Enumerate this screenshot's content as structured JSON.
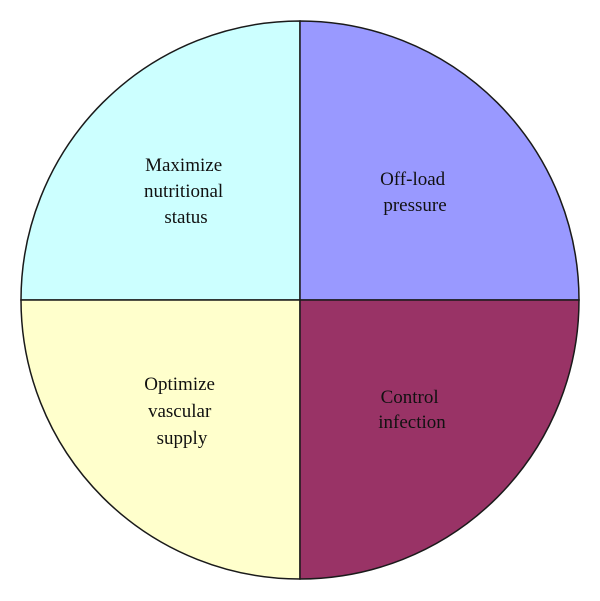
{
  "quadrants": [
    {
      "id": "top-left",
      "lines": [
        "Maximize",
        "nutritional",
        "status"
      ],
      "color": "#CCFFFF"
    },
    {
      "id": "top-right",
      "lines": [
        "Off-load",
        "pressure"
      ],
      "color": "#9999FF"
    },
    {
      "id": "bottom-left",
      "lines": [
        "Optimize",
        "vascular",
        "supply"
      ],
      "color": "#FFFFCC"
    },
    {
      "id": "bottom-right",
      "lines": [
        "Control",
        "infection"
      ],
      "color": "#993366"
    }
  ],
  "outline_color": "#1a1a1a"
}
